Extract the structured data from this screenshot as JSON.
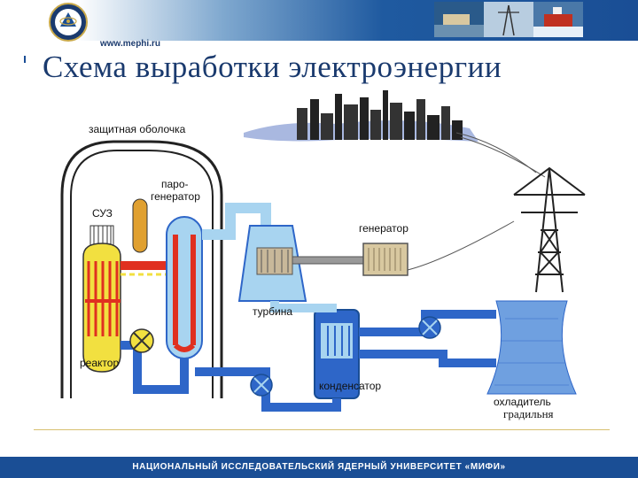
{
  "header": {
    "site_url": "www.mephi.ru"
  },
  "title": "Схема выработки электроэнергии",
  "diagram": {
    "labels": {
      "containment": "защитная оболочка",
      "steam_gen_line1": "паро-",
      "steam_gen_line2": "генератор",
      "control_rods": "СУЗ",
      "generator": "генератор",
      "turbine": "турбина",
      "reactor": "реактор",
      "condenser": "конденсатор",
      "cooler_line1": "охладитель",
      "cooler_line2": "градильня"
    },
    "colors": {
      "hot_loop": "#e03020",
      "cold_loop": "#2e66c8",
      "steam": "#a8d4f0",
      "reactor_core": "#f2e040"
    }
  },
  "footer": {
    "text": "НАЦИОНАЛЬНЫЙ ИССЛЕДОВАТЕЛЬСКИЙ ЯДЕРНЫЙ УНИВЕРСИТЕТ «МИФИ»"
  }
}
